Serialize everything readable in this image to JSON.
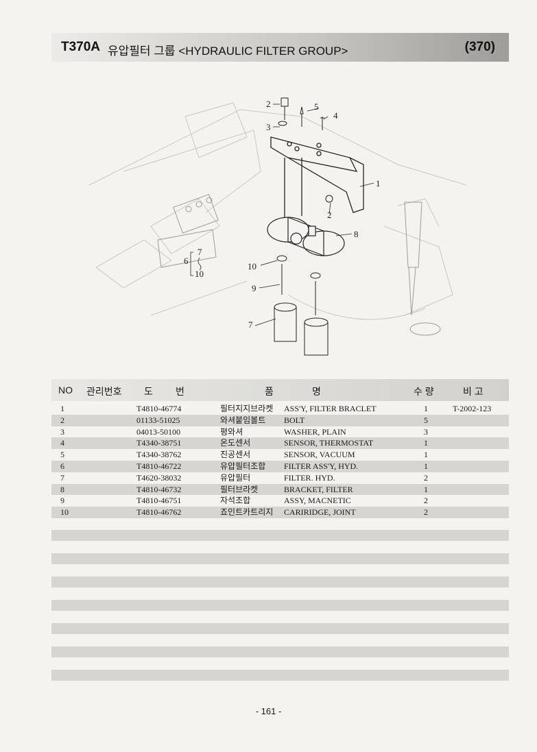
{
  "header": {
    "code": "T370A",
    "title": "유압필터 그룹 <HYDRAULIC FILTER GROUP>",
    "group_number": "(370)"
  },
  "diagram": {
    "callouts": {
      "c1": "1",
      "c2a": "2",
      "c2b": "2",
      "c3": "3",
      "c4": "4",
      "c5": "5",
      "c6": "6",
      "c6a": "7",
      "c6b": "10",
      "c7": "7",
      "c8": "8",
      "c9": "9",
      "c10": "10"
    }
  },
  "table": {
    "headers": {
      "no": "NO",
      "mgmt": "관리번호",
      "do": "도",
      "beon": "번",
      "pum": "품",
      "myeong": "명",
      "qty": "수 량",
      "remarks": "비 고"
    },
    "rows": [
      {
        "no": "1",
        "part": "T4810-46774",
        "kor": "필터지지브라켓",
        "eng": "ASS'Y, FILTER BRACLET",
        "qty": "1",
        "remarks": "T-2002-123"
      },
      {
        "no": "2",
        "part": "01133-51025",
        "kor": "와셔붙임볼트",
        "eng": "BOLT",
        "qty": "5",
        "remarks": ""
      },
      {
        "no": "3",
        "part": "04013-50100",
        "kor": "평와셔",
        "eng": "WASHER, PLAIN",
        "qty": "3",
        "remarks": ""
      },
      {
        "no": "4",
        "part": "T4340-38751",
        "kor": "온도센서",
        "eng": "SENSOR, THERMOSTAT",
        "qty": "1",
        "remarks": ""
      },
      {
        "no": "5",
        "part": "T4340-38762",
        "kor": "진공센서",
        "eng": "SENSOR, VACUUM",
        "qty": "1",
        "remarks": ""
      },
      {
        "no": "6",
        "part": "T4810-46722",
        "kor": "유압필터조합",
        "eng": "FILTER ASS'Y, HYD.",
        "qty": "1",
        "remarks": ""
      },
      {
        "no": "7",
        "part": "T4620-38032",
        "kor": "유압필터",
        "eng": "FILTER. HYD.",
        "qty": "2",
        "remarks": ""
      },
      {
        "no": "8",
        "part": "T4810-46732",
        "kor": "필터브라켓",
        "eng": "BRACKET, FILTER",
        "qty": "1",
        "remarks": ""
      },
      {
        "no": "9",
        "part": "T4810-46751",
        "kor": "자석조합",
        "eng": "ASSY, MACNETIC",
        "qty": "2",
        "remarks": ""
      },
      {
        "no": "10",
        "part": "T4810-46762",
        "kor": "죠인트카트리지",
        "eng": "CARIRIDGE, JOINT",
        "qty": "2",
        "remarks": ""
      }
    ]
  },
  "page_number": "- 161 -"
}
